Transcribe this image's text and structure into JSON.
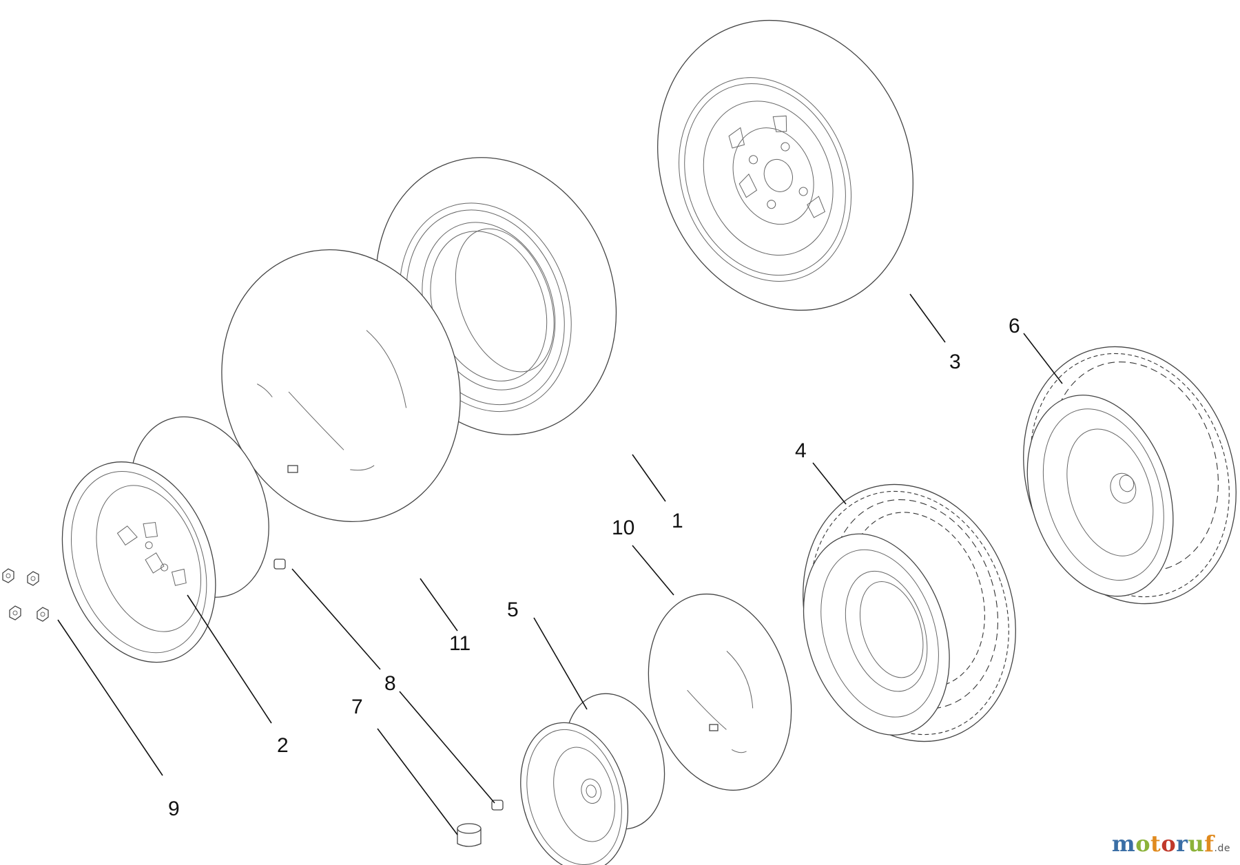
{
  "callouts": {
    "c1": "1",
    "c2": "2",
    "c3": "3",
    "c4": "4",
    "c5": "5",
    "c6": "6",
    "c7": "7",
    "c8": "8",
    "c9": "9",
    "c10": "10",
    "c11": "11"
  },
  "watermark": {
    "brand": "motoruf",
    "tld": ".de"
  },
  "colors": {
    "line": "#444444",
    "background": "#ffffff",
    "watermark_blue": "#3a6ea5",
    "watermark_green": "#8bb23a",
    "watermark_orange": "#e08a1e",
    "watermark_red": "#c0392b"
  }
}
